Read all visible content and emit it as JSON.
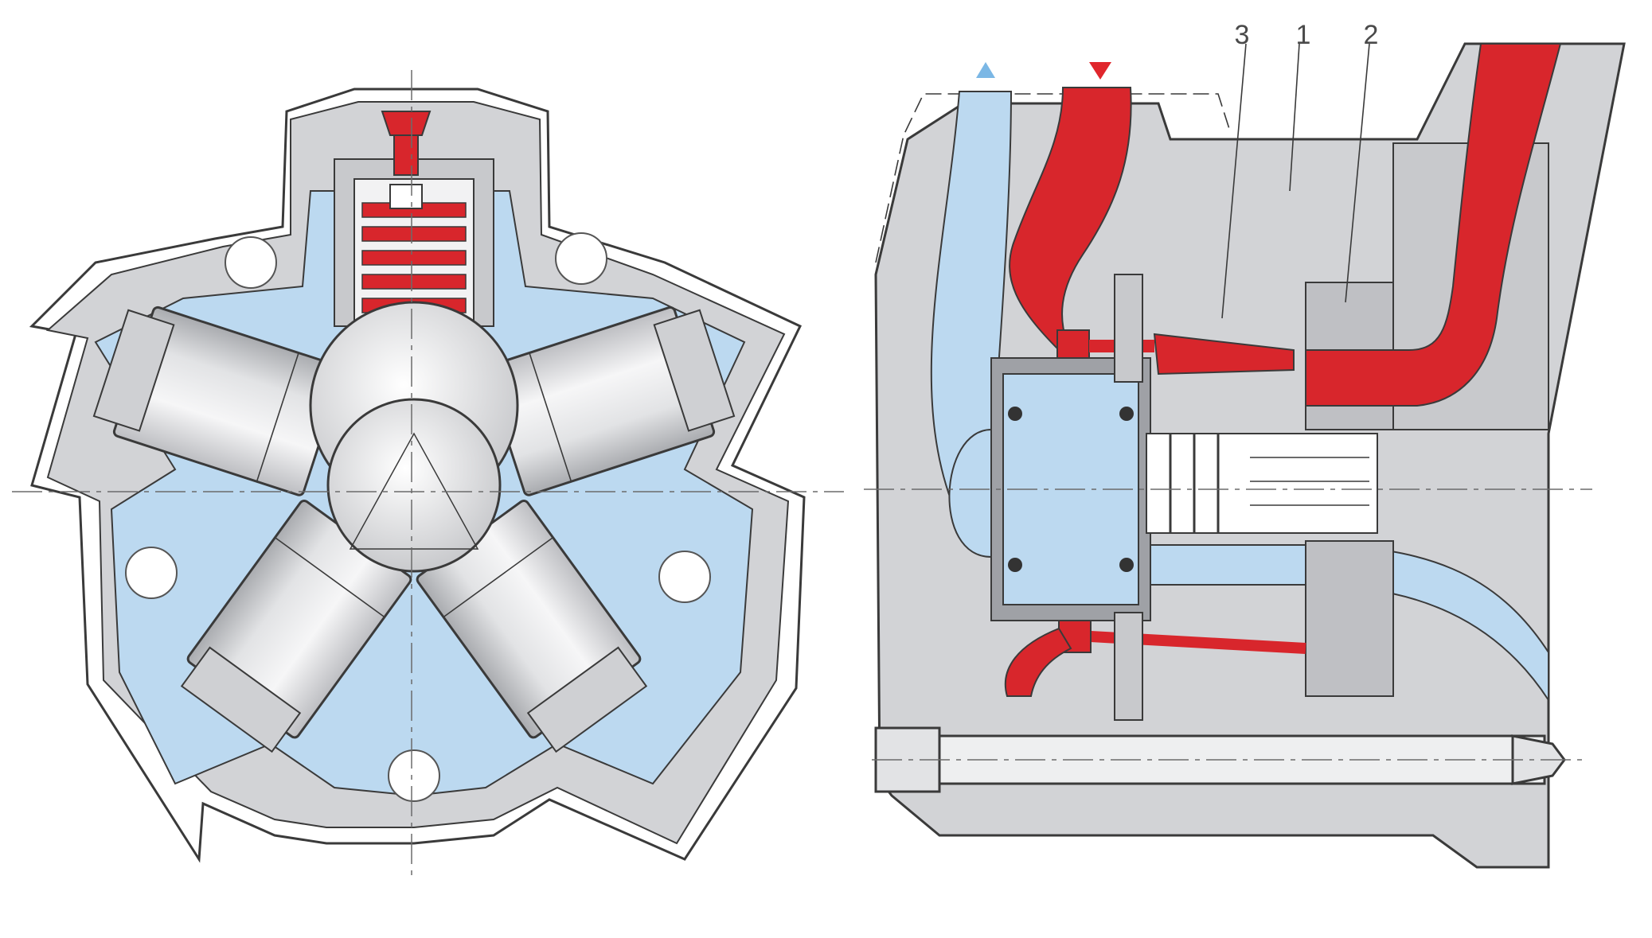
{
  "callouts": [
    "3",
    "1",
    "2"
  ],
  "colors": {
    "housing": "#d2d3d6",
    "oil_low_pressure": "#bcd9f0",
    "oil_high_pressure": "#d8262c",
    "piston": "#e9eaec",
    "line": "#3a3a3a"
  },
  "flow_markers": [
    {
      "icon": "triangle-up-icon",
      "meaning": "return",
      "color": "#7bb7e5"
    },
    {
      "icon": "triangle-down-icon",
      "meaning": "supply",
      "color": "#e0262c"
    }
  ]
}
